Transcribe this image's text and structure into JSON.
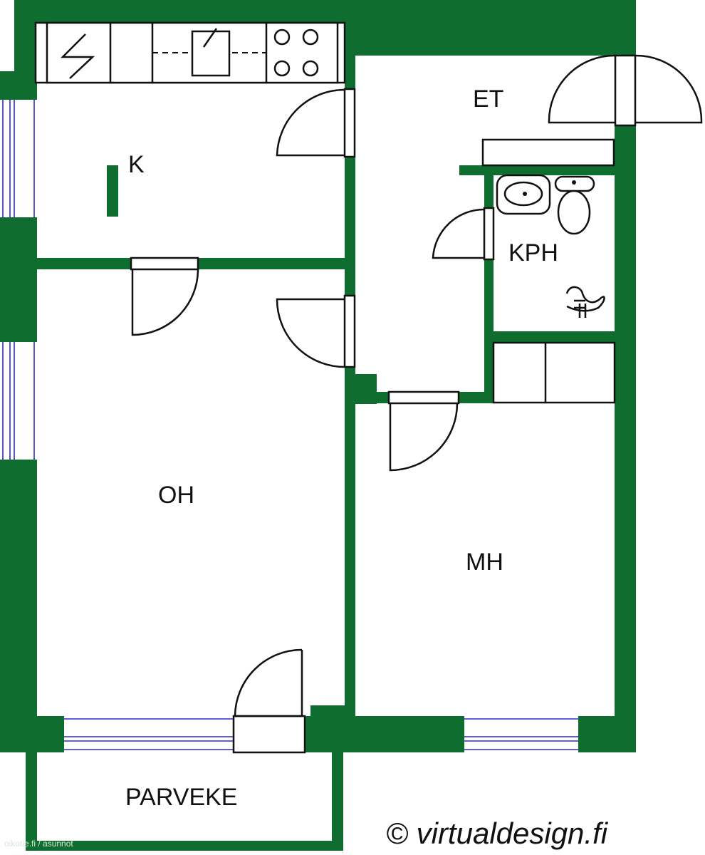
{
  "rooms": {
    "kitchen": "K",
    "entrance": "ET",
    "bathroom": "KPH",
    "living_room": "OH",
    "bedroom": "MH",
    "balcony": "PARVEKE"
  },
  "credits": {
    "designer": "© virtualdesign.fi",
    "source": "oikotie.fi / asunnot"
  },
  "colors": {
    "wall": "#0f6e2f",
    "window": "#2a2ad6",
    "line": "#111111"
  }
}
